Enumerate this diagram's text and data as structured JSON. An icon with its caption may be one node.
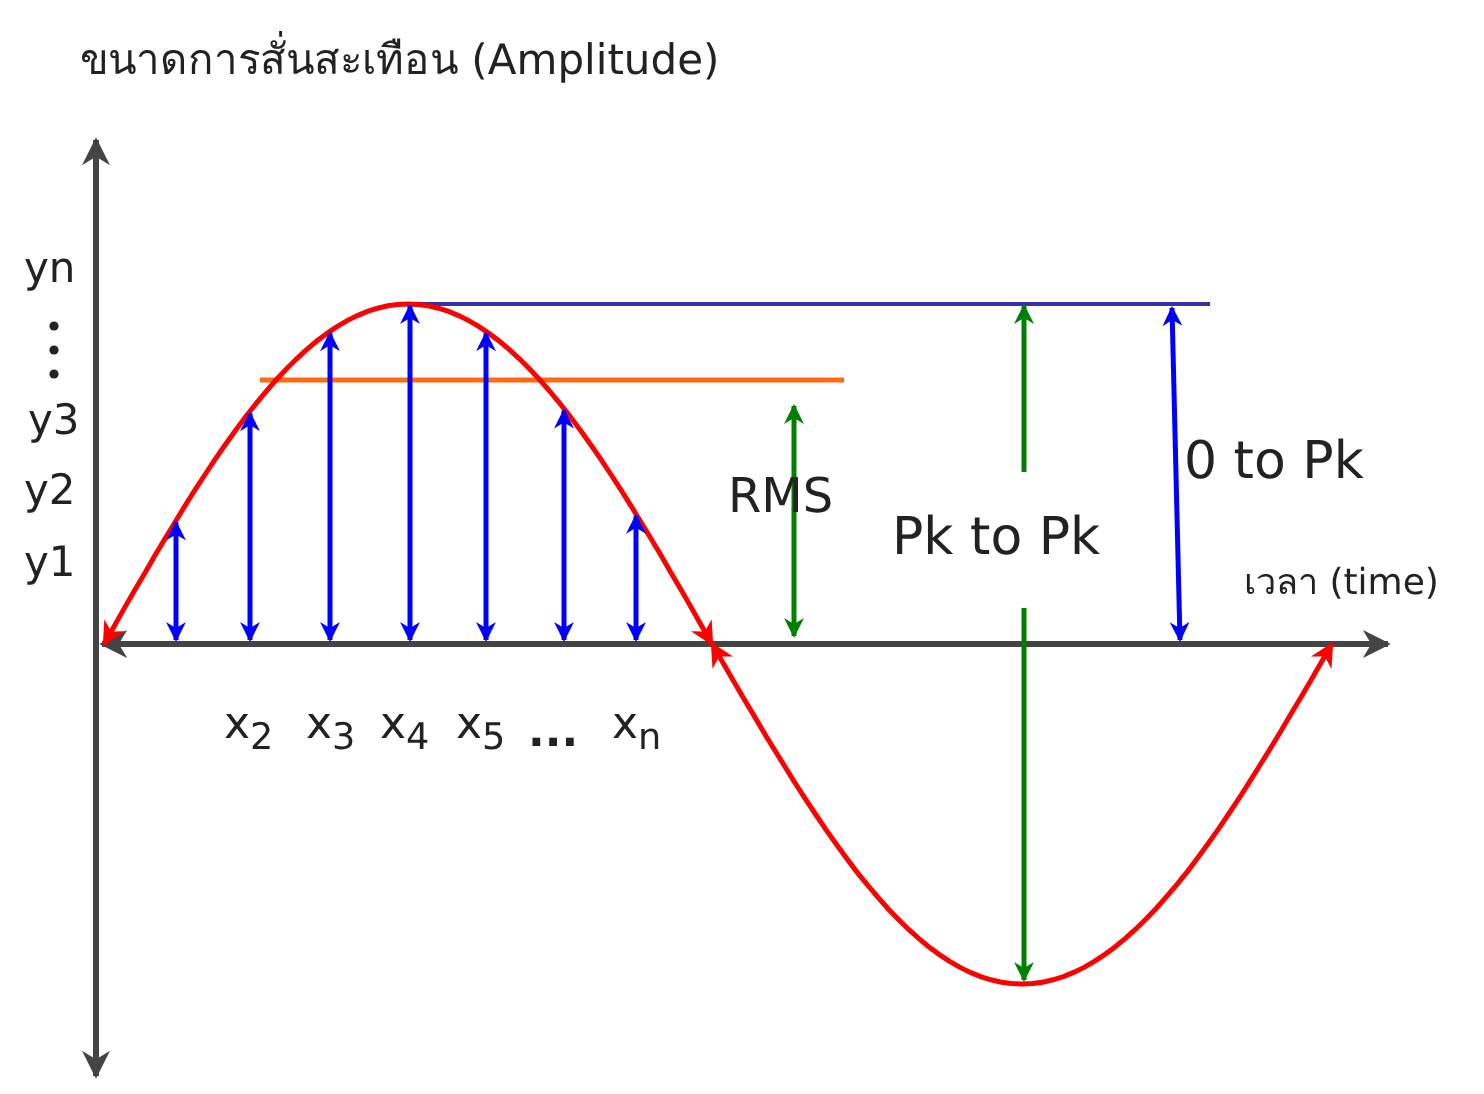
{
  "diagram": {
    "labels": [
      "ขนาดการสั่นสะเทือน (Amplitude)",
      "yn",
      "y3",
      "y2",
      "y1",
      "RMS",
      "Pk to Pk",
      "0 to Pk",
      "เวลา (time)",
      "x$_{2}$",
      "x$_{3}$",
      "x$_{4}$",
      "x$_{5}$",
      "...",
      "x$_{n}$"
    ]
  }
}
